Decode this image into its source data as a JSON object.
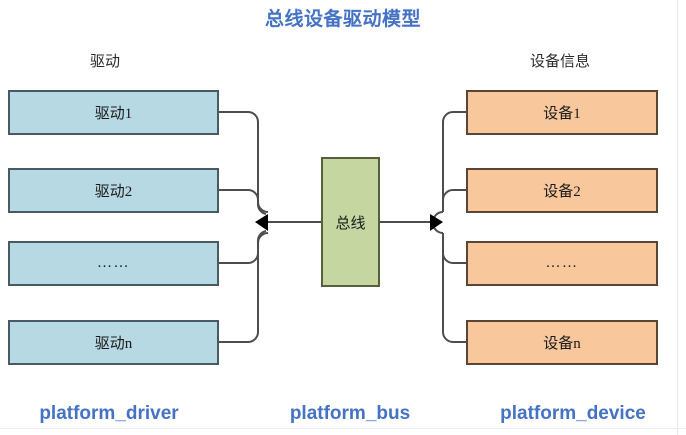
{
  "diagram": {
    "title": "总线设备驱动模型",
    "title_color": "#4472C4",
    "columns": {
      "left_header": "驱动",
      "right_header": "设备信息"
    },
    "drivers": [
      {
        "label": "驱动1"
      },
      {
        "label": "驱动2"
      },
      {
        "label": "……"
      },
      {
        "label": "驱动n"
      }
    ],
    "bus": {
      "label": "总线",
      "fill": "#C5D6A0",
      "border": "#56603F"
    },
    "devices": [
      {
        "label": "设备1"
      },
      {
        "label": "设备2"
      },
      {
        "label": "……"
      },
      {
        "label": "设备n"
      }
    ],
    "driver_style": {
      "fill": "#B7D9E4",
      "border": "#4A5A63"
    },
    "device_style": {
      "fill": "#F8C79C",
      "border": "#5A4634"
    },
    "connector_color": "#4D4D4D",
    "footer": {
      "left": "platform_driver",
      "center": "platform_bus",
      "right": "platform_device"
    }
  }
}
